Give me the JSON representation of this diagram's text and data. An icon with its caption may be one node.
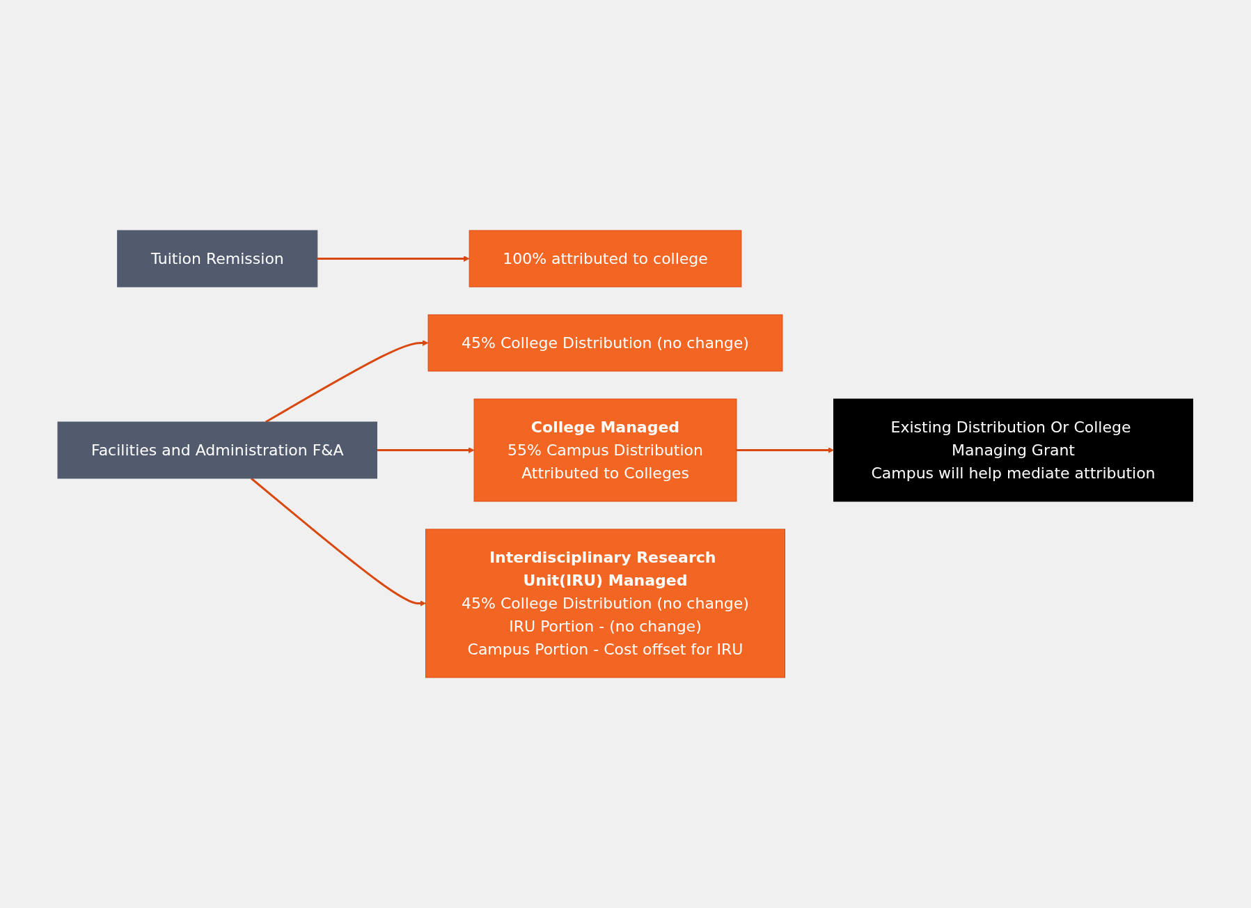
{
  "diagram": {
    "nodes": [
      {
        "text": [
          "Tuition Remission"
        ]
      },
      {
        "text": [
          "100% attributed to college"
        ]
      },
      {
        "text": [
          "Facilities and Administration F&A"
        ]
      },
      {
        "text": [
          "45% College Distribution (no change)"
        ]
      },
      {
        "text": [
          "College Managed",
          "55% Campus Distribution",
          "Attributed to Colleges"
        ]
      },
      {
        "text": [
          "Existing Distribution Or College Managing Grant",
          "Campus will help mediate attribution"
        ]
      },
      {
        "text": [
          "Interdisciplinary Research Unit(IRU) Managed",
          "45% College Distribution (no change)",
          "IRU Portion - (no change)",
          "Campus Portion - Cost offset for IRU"
        ]
      }
    ],
    "edges": [
      {
        "from": 0,
        "to": 1,
        "arrow": "to"
      },
      {
        "from": 2,
        "to": 3,
        "arrow": "to"
      },
      {
        "from": 2,
        "to": 4,
        "arrow": "to"
      },
      {
        "from": 2,
        "to": 6,
        "arrow": "to"
      },
      {
        "from": 4,
        "to": 5,
        "arrow": "to"
      }
    ]
  }
}
